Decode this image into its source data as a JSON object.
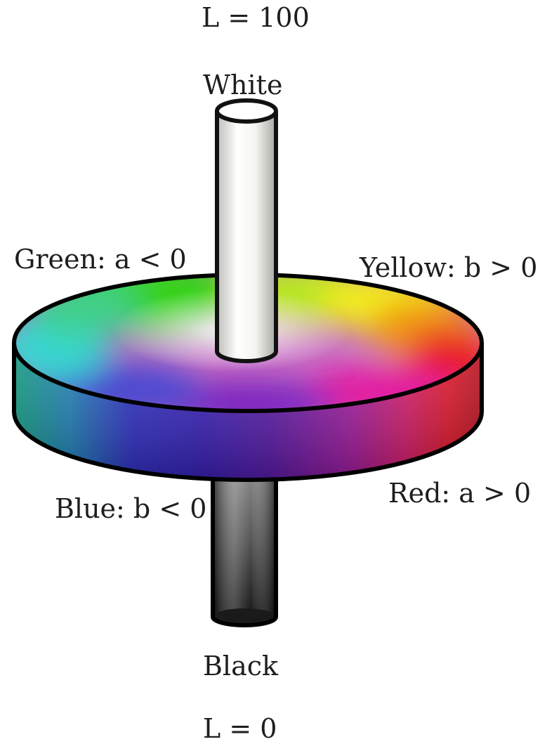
{
  "labels": {
    "top_l": "L = 100",
    "white": "White",
    "green": "Green: a < 0",
    "yellow": "Yellow: b > 0",
    "blue": "Blue: b < 0",
    "red": "Red: a > 0",
    "black": "Black",
    "bottom_l": "L = 0"
  },
  "colors": {
    "green": "#39d21f",
    "yellow": "#f2ee1a",
    "orange": "#f09618",
    "red": "#ea1f27",
    "magenta": "#e31ca0",
    "purple": "#7a25c0",
    "blue": "#2d24b8",
    "cyan": "#38d6d0",
    "teal": "#11a08f",
    "white": "#ffffff",
    "black": "#111111"
  }
}
